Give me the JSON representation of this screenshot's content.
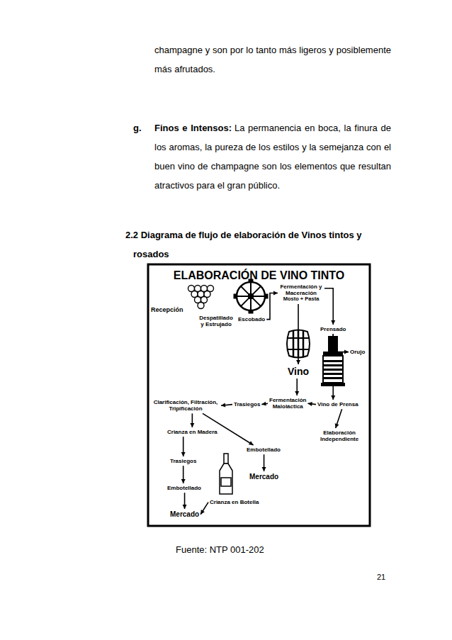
{
  "diagram": {
    "title": "ELABORACIÓN DE VINO TINTO",
    "caption": "Fuente: NTP 001-202",
    "nodes": [
      {
        "text": [
          "Recepción"
        ]
      },
      {
        "text": [
          "Despatillado y Estrujado"
        ]
      },
      {
        "text": [
          "Escobado"
        ]
      },
      {
        "text": [
          "Fermentación y Maceración",
          "Mosto + Pasta"
        ]
      },
      {
        "text": [
          "Prensado"
        ]
      },
      {
        "text": [
          "Orujo"
        ]
      },
      {
        "text": [
          "Vino"
        ]
      },
      {
        "text": [
          "Vino de Prensa"
        ]
      },
      {
        "text": [
          "Elaboración Independiente"
        ]
      },
      {
        "text": [
          "Fermentación Maloláctica"
        ]
      },
      {
        "text": [
          "Trasiegos"
        ]
      },
      {
        "text": [
          "Clarificación, Filtración, Tripificación"
        ]
      },
      {
        "text": [
          "Crianza en Madera"
        ]
      },
      {
        "text": [
          "Trasiegos"
        ]
      },
      {
        "text": [
          "Embotellado"
        ]
      },
      {
        "text": [
          "Mercado"
        ]
      },
      {
        "text": [
          "Embotellado"
        ]
      },
      {
        "text": [
          "Mercado"
        ]
      },
      {
        "text": [
          "Crianza en Botella"
        ]
      }
    ],
    "edges": [
      {
        "from": 2,
        "to": 3,
        "arrow": "to"
      },
      {
        "from": 3,
        "to": 6,
        "arrow": "to"
      },
      {
        "from": 3,
        "to": 4,
        "arrow": "to"
      },
      {
        "from": 4,
        "to": 5,
        "arrow": "to"
      },
      {
        "from": 4,
        "to": 7,
        "arrow": "to"
      },
      {
        "from": 6,
        "to": 9,
        "arrow": "to"
      },
      {
        "from": 7,
        "to": 9,
        "arrow": "to"
      },
      {
        "from": 7,
        "to": 8,
        "arrow": "to"
      },
      {
        "from": 9,
        "to": 10,
        "arrow": "to"
      },
      {
        "from": 10,
        "to": 11,
        "arrow": "to"
      },
      {
        "from": 11,
        "to": 12,
        "arrow": "to"
      },
      {
        "from": 11,
        "to": 16,
        "arrow": "to"
      },
      {
        "from": 12,
        "to": 13,
        "arrow": "to"
      },
      {
        "from": 13,
        "to": 14,
        "arrow": "to"
      },
      {
        "from": 14,
        "to": 15,
        "arrow": "to"
      },
      {
        "from": 16,
        "to": 17,
        "arrow": "to"
      },
      {
        "from": 18,
        "to": 15,
        "arrow": "to"
      }
    ],
    "labels": [
      "champagne y son por lo tanto más ligeros y posiblemente más afrutados.",
      "g.",
      "Finos e Intensos:",
      "La permanencia en boca, la finura de los aromas, la pureza de los estilos y la semejanza con el buen vino de champagne son los elementos que resultan atractivos para el gran público.",
      "2.2 Diagrama de flujo de elaboración de Vinos tintos y rosados",
      "21"
    ]
  }
}
